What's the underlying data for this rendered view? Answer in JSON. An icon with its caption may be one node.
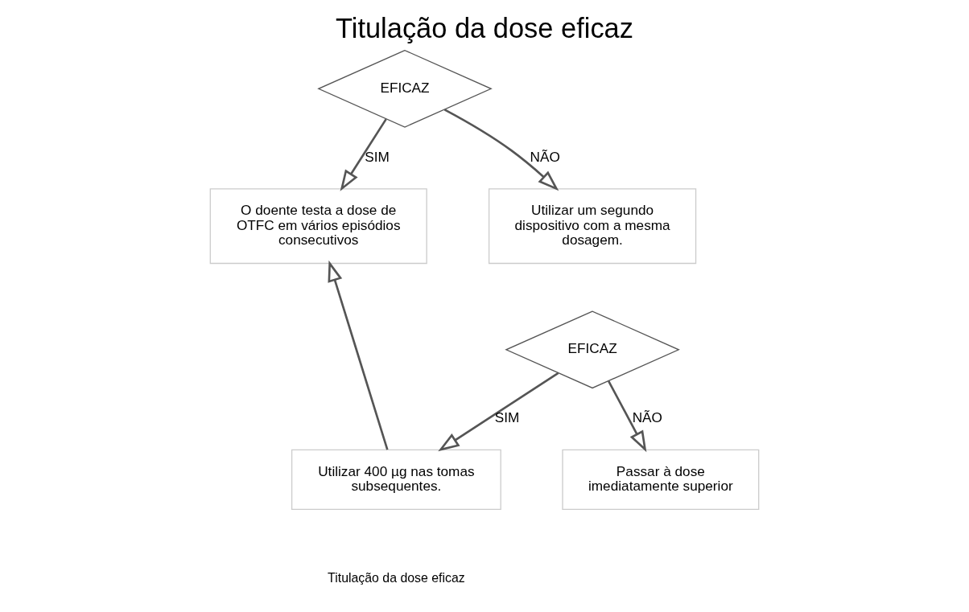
{
  "diagram": {
    "title": "Titulação da dose eficaz",
    "caption": "Titulação da dose eficaz",
    "nodes": [
      {
        "text": [
          "EFICAZ"
        ]
      },
      {
        "text": [
          "O doente testa a dose de OTFC em vários episódios consecutivos"
        ]
      },
      {
        "text": [
          "Utilizar um segundo dispositivo com a mesma dosagem."
        ]
      },
      {
        "text": [
          "EFICAZ"
        ]
      },
      {
        "text": [
          "Utilizar 400 µg nas tomas subsequentes."
        ]
      },
      {
        "text": [
          "Passar à dose imediatamente superior"
        ]
      }
    ],
    "edges": [
      {
        "from": 0,
        "to": 1,
        "arrow": "to",
        "label": "SIM"
      },
      {
        "from": 0,
        "to": 2,
        "arrow": "to",
        "label": "NÃO"
      },
      {
        "from": 3,
        "to": 4,
        "arrow": "to",
        "label": "SIM"
      },
      {
        "from": 3,
        "to": 5,
        "arrow": "to",
        "label": "NÃO"
      },
      {
        "from": 4,
        "to": 1,
        "arrow": "to"
      }
    ]
  }
}
